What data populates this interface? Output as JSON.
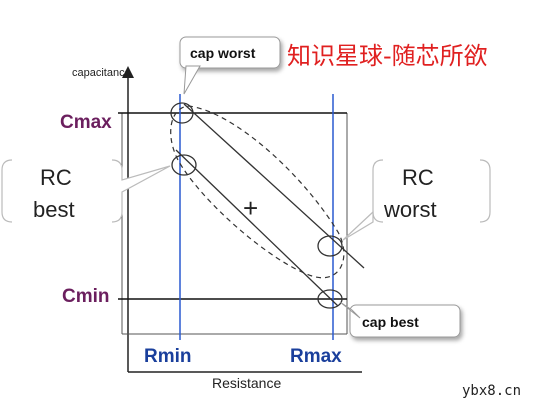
{
  "watermark_top": "知识星球-随芯所欲",
  "watermark_bottom": "ybx8.cn",
  "axes": {
    "y_label": "capacitance",
    "x_label": "Resistance"
  },
  "levels": {
    "cmax": "Cmax",
    "cmin": "Cmin",
    "rmin": "Rmin",
    "rmax": "Rmax"
  },
  "corners": {
    "cap_worst": "cap worst",
    "cap_best": "cap best",
    "rc_best_line1": "RC",
    "rc_best_line2": "best",
    "rc_worst_line1": "RC",
    "rc_worst_line2": "worst"
  },
  "center_mark": "+",
  "colors": {
    "purple_label": "#6b1f5e",
    "blue_label": "#1a3f9c",
    "blue_line": "#2a5ad0",
    "watermark_red": "#e02020"
  }
}
